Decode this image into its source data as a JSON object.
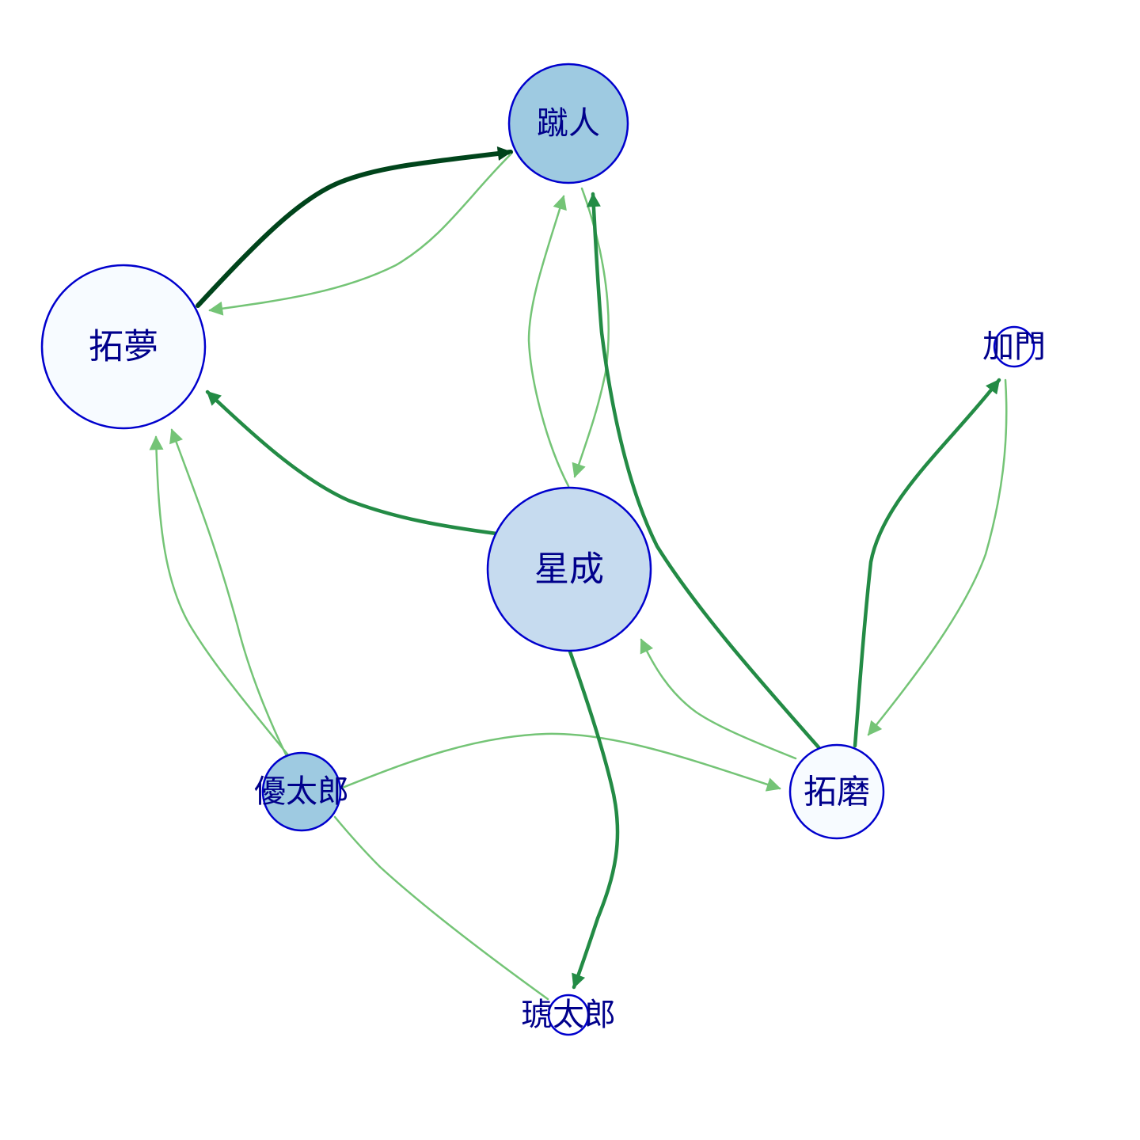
{
  "graph": {
    "nodes": [
      {
        "id": "shujin",
        "label": "蹴人",
        "fill": "#9ecae1"
      },
      {
        "id": "takumu",
        "label": "拓夢",
        "fill": "#f7fbff"
      },
      {
        "id": "kamon",
        "label": "加門",
        "fill": "#ffffff"
      },
      {
        "id": "seisei",
        "label": "星成",
        "fill": "#c6dbef"
      },
      {
        "id": "yutaro",
        "label": "優太郎",
        "fill": "#9ecae1"
      },
      {
        "id": "takuma",
        "label": "拓磨",
        "fill": "#f7fbff"
      },
      {
        "id": "kotaro",
        "label": "琥太郎",
        "fill": "#ffffff"
      }
    ],
    "edges": [
      {
        "from": "takumu",
        "to": "shujin",
        "color": "#00441b"
      },
      {
        "from": "shujin",
        "to": "takumu",
        "color": "#74c476"
      },
      {
        "from": "seisei",
        "to": "shujin",
        "color": "#74c476"
      },
      {
        "from": "shujin",
        "to": "seisei",
        "color": "#74c476"
      },
      {
        "from": "takuma",
        "to": "shujin",
        "color": "#238b45"
      },
      {
        "from": "seisei",
        "to": "takumu",
        "color": "#238b45"
      },
      {
        "from": "yutaro",
        "to": "takumu",
        "color": "#74c476"
      },
      {
        "from": "yutaro",
        "to": "takumu",
        "color": "#74c476"
      },
      {
        "from": "takuma",
        "to": "kamon",
        "color": "#238b45"
      },
      {
        "from": "kamon",
        "to": "takuma",
        "color": "#74c476"
      },
      {
        "from": "takuma",
        "to": "seisei",
        "color": "#74c476"
      },
      {
        "from": "yutaro",
        "to": "takuma",
        "color": "#74c476"
      },
      {
        "from": "seisei",
        "to": "kotaro",
        "color": "#238b45"
      },
      {
        "from": "kotaro",
        "to": "yutaro",
        "color": "#74c476"
      }
    ],
    "node_stroke": "#0000cd"
  }
}
